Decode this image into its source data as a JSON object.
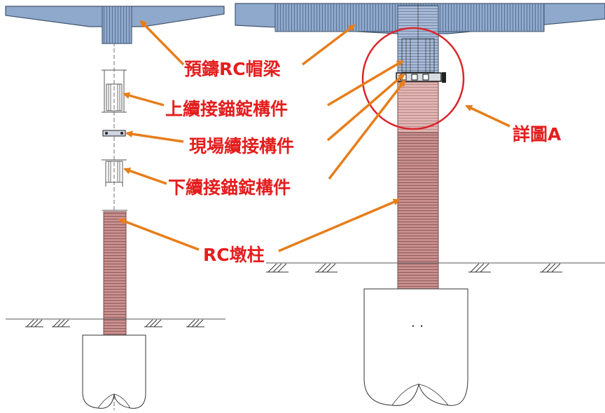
{
  "labels": {
    "precast_cap_beam": "預鑄RC帽梁",
    "upper_splice_anchor": "上續接錨錠構件",
    "field_splice": "現場續接構件",
    "lower_splice_anchor": "下續接錨錠構件",
    "rc_pier_column": "RC墩柱",
    "detail_a": "詳圖A"
  },
  "colors": {
    "label_text": "#e41e1e",
    "arrow": "#e67e1b",
    "cap_beam": "#8fa9cc",
    "pier_column": "#c9908f",
    "detail_circle": "#d9262b"
  }
}
